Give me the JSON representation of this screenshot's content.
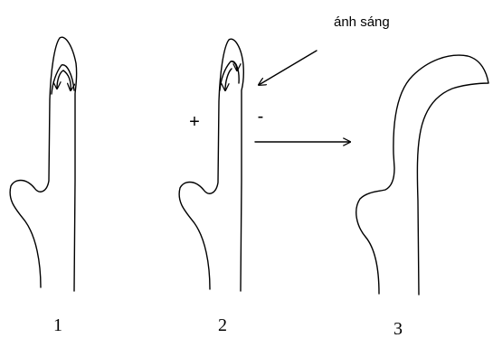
{
  "labels": {
    "light": "ánh sáng",
    "plus": "+",
    "minus": "-",
    "stage1": "1",
    "stage2": "2",
    "stage3": "3"
  }
}
